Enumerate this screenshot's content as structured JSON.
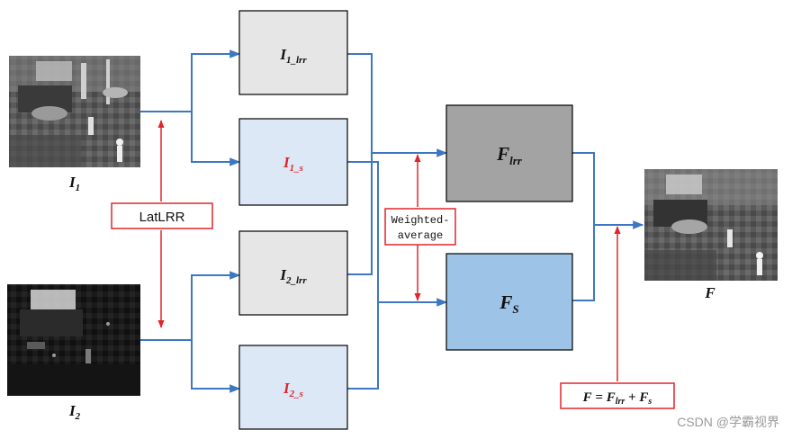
{
  "diagram": {
    "inputs": {
      "img1": {
        "label": "I",
        "sub": "1"
      },
      "img2": {
        "label": "I",
        "sub": "2"
      }
    },
    "boxes": {
      "i1_lrr": {
        "label": "I",
        "sub": "1_lrr"
      },
      "i1_s": {
        "label": "I",
        "sub": "1_s"
      },
      "i2_lrr": {
        "label": "I",
        "sub": "2_lrr"
      },
      "i2_s": {
        "label": "I",
        "sub": "2_s"
      },
      "f_lrr": {
        "label": "F",
        "sub": "lrr"
      },
      "f_s": {
        "label": "F",
        "sub": "S"
      }
    },
    "operations": {
      "latlrr": "LatLRR",
      "weighted_line1": "Weighted-",
      "weighted_line2": "average"
    },
    "formula": {
      "lhs": "F",
      "eq": " = ",
      "t1": "F",
      "t1_sub": "lrr",
      "plus": " + ",
      "t2": "F",
      "t2_sub": "s"
    },
    "output": {
      "label": "F"
    },
    "watermark": "CSDN @学霸视界",
    "colors": {
      "blue_line": "#3d77c4",
      "red_line": "#e0262c",
      "gray_box": "#e6e6e6",
      "light_blue_box": "#dce8f5",
      "dark_gray_box": "#a3a3a3",
      "mid_blue_box": "#9dc3e6",
      "red_text": "#e0262c"
    }
  }
}
